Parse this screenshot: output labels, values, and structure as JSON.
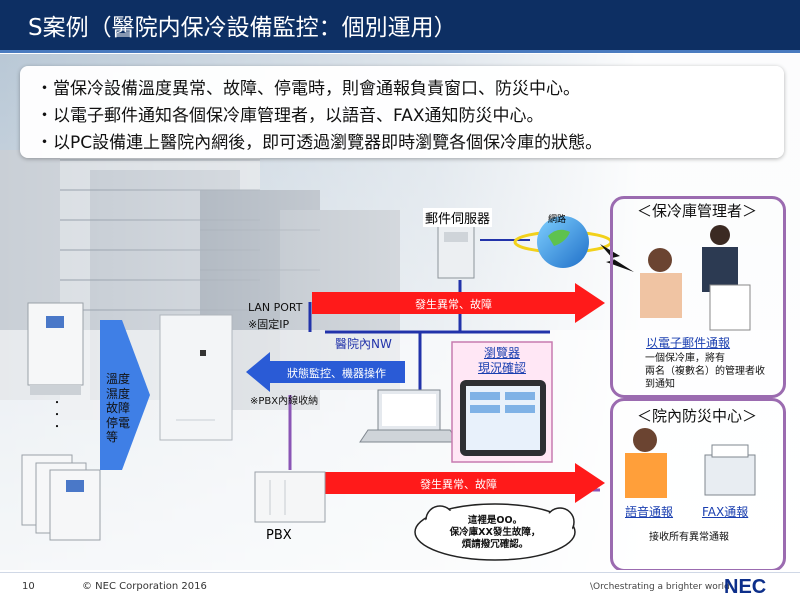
{
  "header": {
    "title": "S案例（醫院内保冷設備監控：個別運用）"
  },
  "bullets": [
    "・當保冷設備溫度異常、故障、停電時，則會通報負責窗口、防災中心。",
    "・以電子郵件通知各個保冷庫管理者，以語音、FAX通知防災中心。",
    "・以PC設備連上醫院內網後，即可透過瀏覽器即時瀏覽各個保冷庫的狀態。"
  ],
  "diagram": {
    "mail_server_label": "郵件伺服器",
    "network_label": "網路",
    "lan_port": "LAN PORT",
    "fixed_ip": "※固定IP",
    "hospital_nw": "醫院內NW",
    "alert_label": "發生異常、故障",
    "status_label": "狀態監控、機器操作",
    "pbx_note": "※PBX內線收納",
    "pbx": "PBX",
    "conditions": [
      "溫度",
      "濕度",
      "故障",
      "停電",
      "等"
    ],
    "browser_line1": "瀏覽器",
    "browser_line2": "現況確認",
    "bubble": [
      "這裡是OO。",
      "保冷庫XX發生故障，",
      "煩請撥冗確認。"
    ],
    "dots": "・\n・\n・"
  },
  "managers_panel": {
    "title": "＜保冷庫管理者＞",
    "link": "以電子郵件通報",
    "desc": [
      "一個保冷庫，將有",
      "兩名（複數名）的管理者收",
      "到通知"
    ]
  },
  "disaster_panel": {
    "title": "＜院內防災中心＞",
    "voice_link": "語音通報",
    "fax_link": "FAX通報",
    "desc": "接收所有異常通報"
  },
  "footer": {
    "page": "10",
    "copyright": "© NEC Corporation 2016",
    "tagline": "\\Orchestrating a brighter world",
    "logo": "NEC"
  },
  "colors": {
    "header_bg": "#0d2f63",
    "alert_arrow": "#ff1a1a",
    "status_arrow": "#2a5bd6",
    "panel_border": "#9b6bb0",
    "network_line": "#2233aa",
    "pbx_line": "#8a55b5",
    "condition_arrow": "#3f7fe6"
  }
}
